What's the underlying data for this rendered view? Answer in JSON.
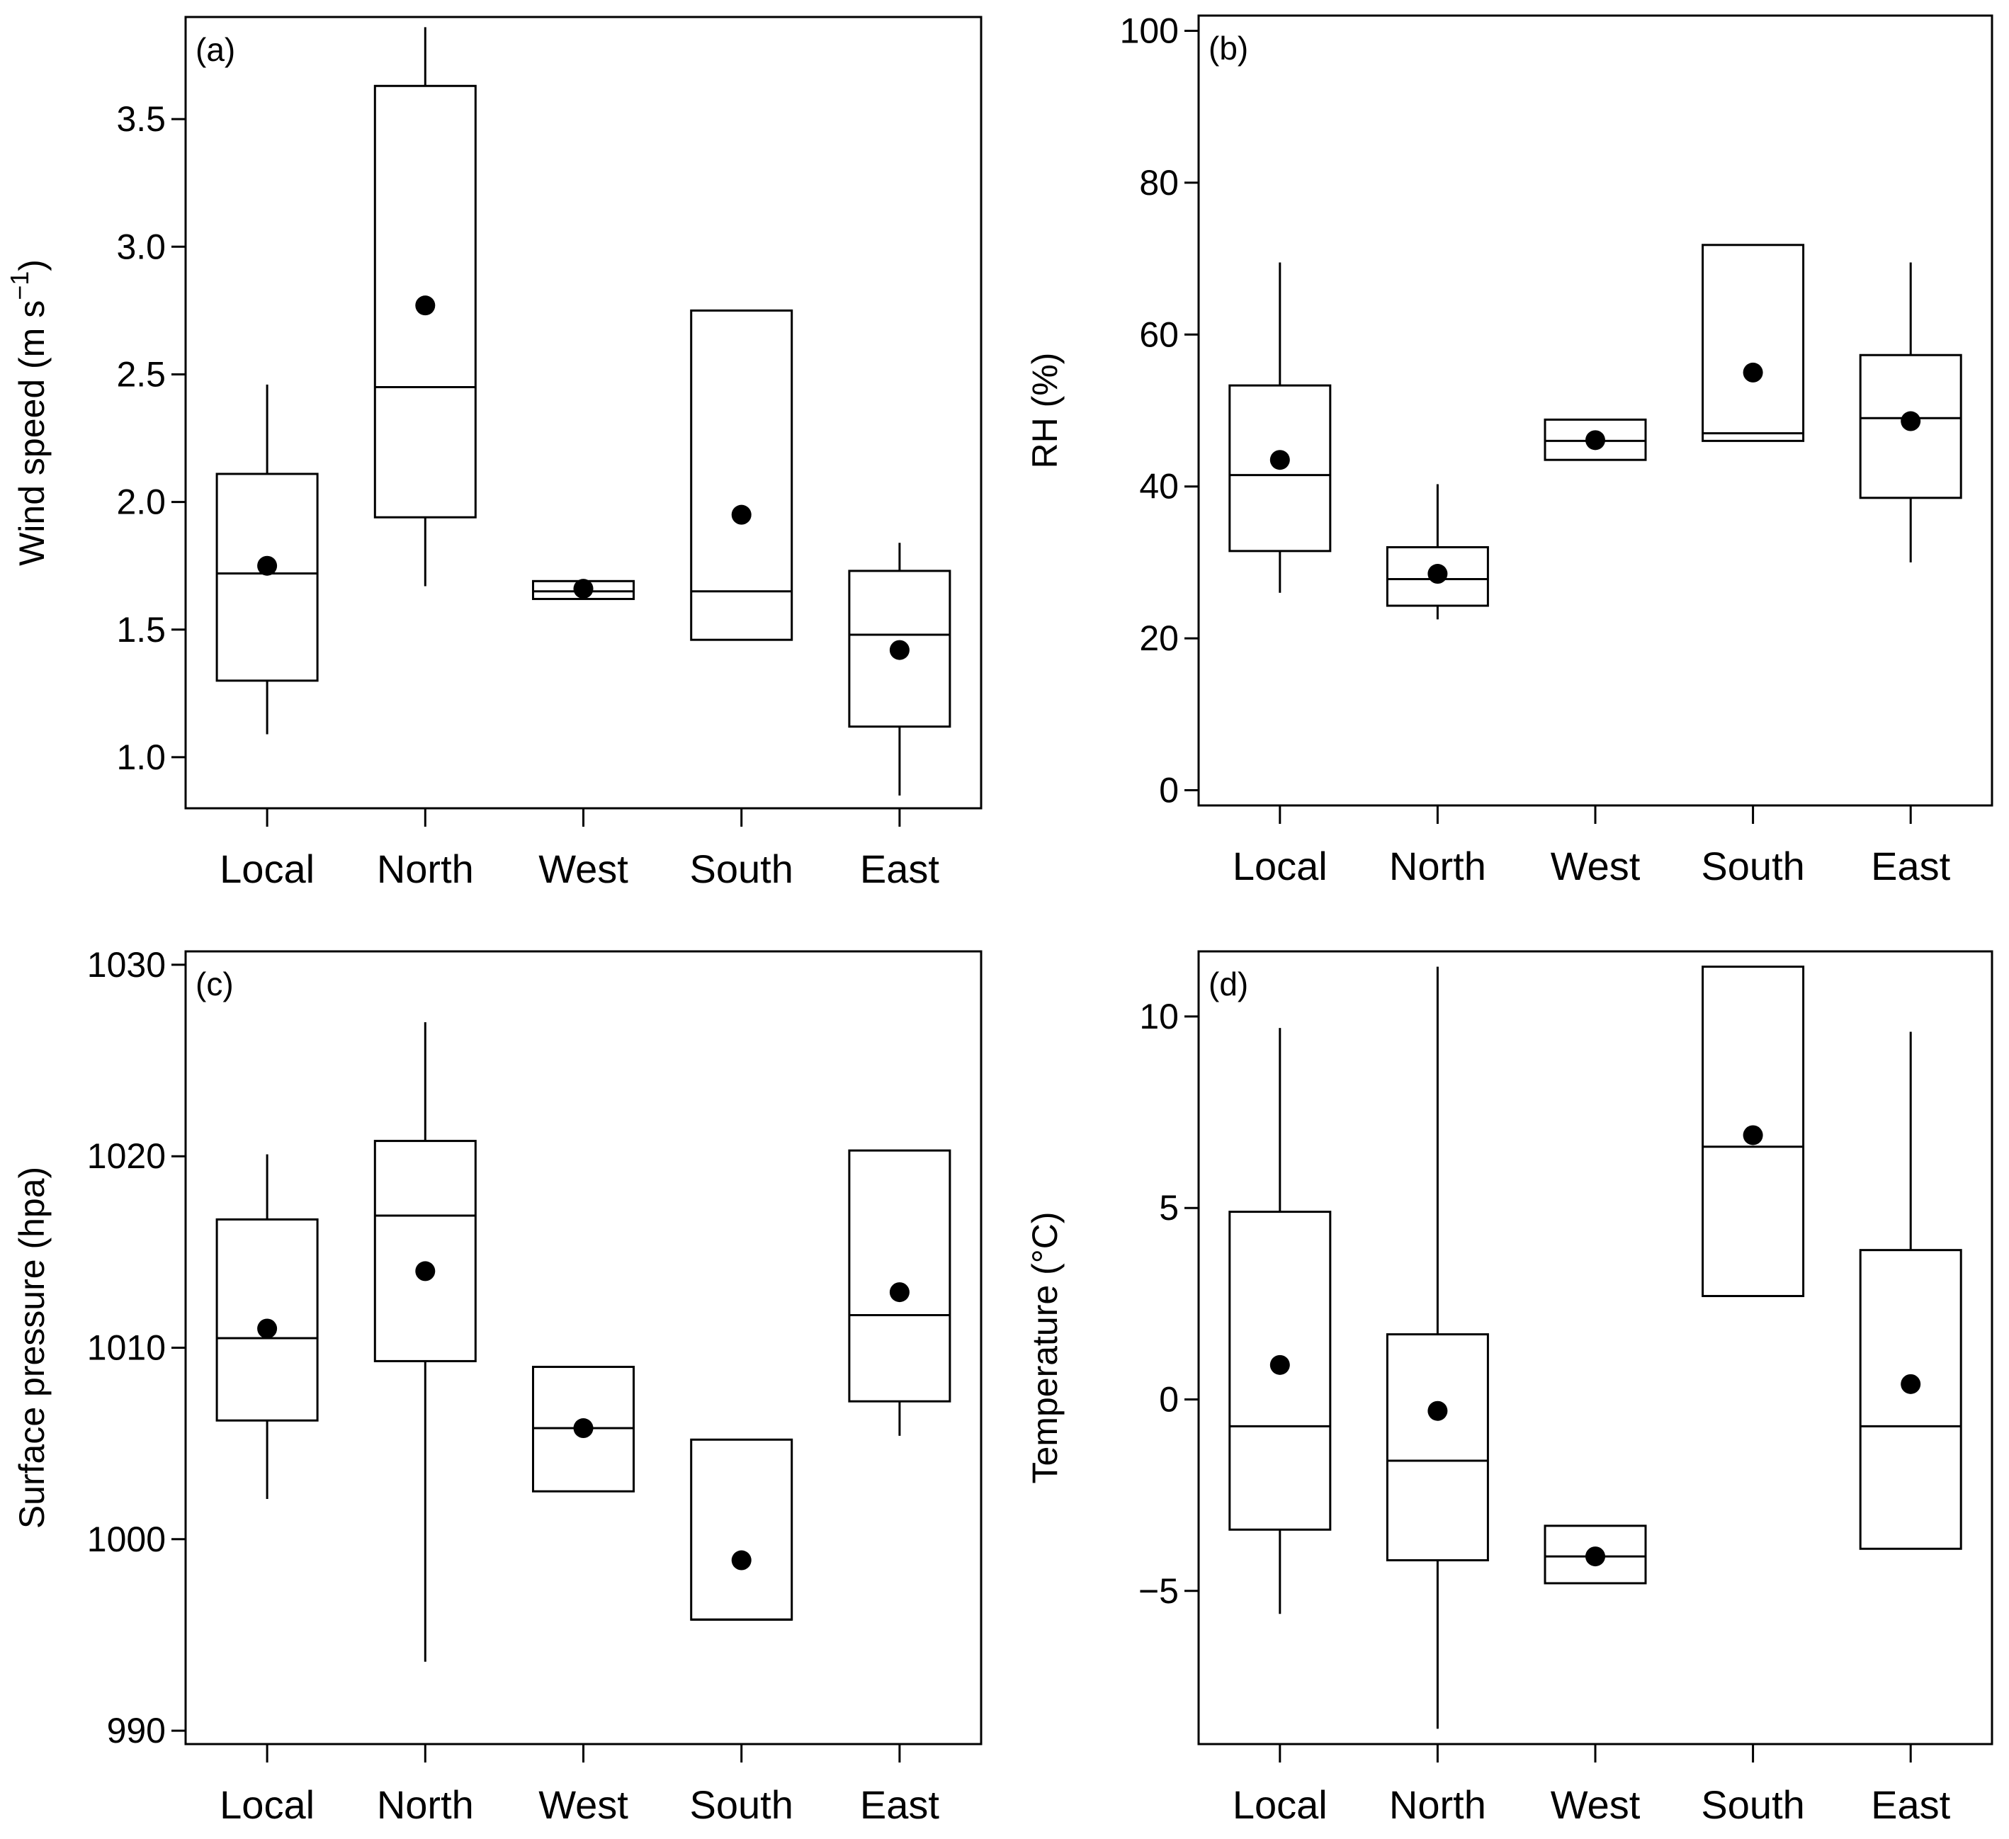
{
  "chart_data": [
    {
      "type": "box",
      "panel_label": "(a)",
      "categories": [
        "Local",
        "North",
        "West",
        "South",
        "East"
      ],
      "ylabel": "Wind speed (m s",
      "ylabel_sup": "−1",
      "ylabel_close": ")",
      "ylim": [
        0.8,
        3.9
      ],
      "yticks": [
        1.0,
        1.5,
        2.0,
        2.5,
        3.0,
        3.5
      ],
      "ytick_labels": [
        "1.0",
        "1.5",
        "2.0",
        "2.5",
        "3.0",
        "3.5"
      ],
      "boxes": [
        {
          "category": "Local",
          "whisker_low": 1.09,
          "q1": 1.3,
          "median": 1.72,
          "q3": 2.11,
          "whisker_high": 2.46,
          "mean": 1.75
        },
        {
          "category": "North",
          "whisker_low": 1.67,
          "q1": 1.94,
          "median": 2.45,
          "q3": 3.63,
          "whisker_high": 3.86,
          "mean": 2.77
        },
        {
          "category": "West",
          "whisker_low": 1.62,
          "q1": 1.62,
          "median": 1.65,
          "q3": 1.69,
          "whisker_high": 1.69,
          "mean": 1.66
        },
        {
          "category": "South",
          "whisker_low": 1.46,
          "q1": 1.46,
          "median": 1.65,
          "q3": 2.75,
          "whisker_high": 2.75,
          "mean": 1.95
        },
        {
          "category": "East",
          "whisker_low": 0.85,
          "q1": 1.12,
          "median": 1.48,
          "q3": 1.73,
          "whisker_high": 1.84,
          "mean": 1.42
        }
      ]
    },
    {
      "type": "box",
      "panel_label": "(b)",
      "categories": [
        "Local",
        "North",
        "West",
        "South",
        "East"
      ],
      "ylabel": "RH (%)",
      "ylabel_sup": "",
      "ylabel_close": "",
      "ylim": [
        -2,
        102
      ],
      "yticks": [
        0,
        20,
        40,
        60,
        80,
        100
      ],
      "ytick_labels": [
        "0",
        "20",
        "40",
        "60",
        "80",
        "100"
      ],
      "boxes": [
        {
          "category": "Local",
          "whisker_low": 26,
          "q1": 31.5,
          "median": 41.5,
          "q3": 53.3,
          "whisker_high": 69.5,
          "mean": 43.5
        },
        {
          "category": "North",
          "whisker_low": 22.5,
          "q1": 24.3,
          "median": 27.8,
          "q3": 32,
          "whisker_high": 40.3,
          "mean": 28.5
        },
        {
          "category": "West",
          "whisker_low": 43.5,
          "q1": 43.5,
          "median": 46,
          "q3": 48.8,
          "whisker_high": 48.8,
          "mean": 46.1
        },
        {
          "category": "South",
          "whisker_low": 46,
          "q1": 46,
          "median": 47,
          "q3": 71.8,
          "whisker_high": 71.8,
          "mean": 55
        },
        {
          "category": "East",
          "whisker_low": 30,
          "q1": 38.5,
          "median": 49,
          "q3": 57.3,
          "whisker_high": 69.5,
          "mean": 48.6
        }
      ]
    },
    {
      "type": "box",
      "panel_label": "(c)",
      "categories": [
        "Local",
        "North",
        "West",
        "South",
        "East"
      ],
      "ylabel": "Surface pressure (hpa)",
      "ylabel_sup": "",
      "ylabel_close": "",
      "ylim": [
        989.3,
        1030.7
      ],
      "yticks": [
        990,
        1000,
        1010,
        1020,
        1030
      ],
      "ytick_labels": [
        "990",
        "1000",
        "1010",
        "1020",
        "1030"
      ],
      "boxes": [
        {
          "category": "Local",
          "whisker_low": 1002.1,
          "q1": 1006.2,
          "median": 1010.5,
          "q3": 1016.7,
          "whisker_high": 1020.1,
          "mean": 1011
        },
        {
          "category": "North",
          "whisker_low": 993.6,
          "q1": 1009.3,
          "median": 1016.9,
          "q3": 1020.8,
          "whisker_high": 1027,
          "mean": 1014
        },
        {
          "category": "West",
          "whisker_low": 1002.5,
          "q1": 1002.5,
          "median": 1005.8,
          "q3": 1009,
          "whisker_high": 1009,
          "mean": 1005.8
        },
        {
          "category": "South",
          "whisker_low": 995.8,
          "q1": 995.8,
          "median": 995.8,
          "q3": 1005.2,
          "whisker_high": 1005.2,
          "mean": 998.9
        },
        {
          "category": "East",
          "whisker_low": 1005.4,
          "q1": 1007.2,
          "median": 1011.7,
          "q3": 1020.3,
          "whisker_high": 1020.3,
          "mean": 1012.9
        }
      ]
    },
    {
      "type": "box",
      "panel_label": "(d)",
      "categories": [
        "Local",
        "North",
        "West",
        "South",
        "East"
      ],
      "ylabel": "Temperature (°C)",
      "ylabel_sup": "",
      "ylabel_close": "",
      "ylim": [
        -9.0,
        11.7
      ],
      "yticks": [
        -5,
        0,
        5,
        10
      ],
      "ytick_labels": [
        "−5",
        "0",
        "5",
        "10"
      ],
      "boxes": [
        {
          "category": "Local",
          "whisker_low": -5.6,
          "q1": -3.4,
          "median": -0.7,
          "q3": 4.9,
          "whisker_high": 9.7,
          "mean": 0.9
        },
        {
          "category": "North",
          "whisker_low": -8.6,
          "q1": -4.2,
          "median": -1.6,
          "q3": 1.7,
          "whisker_high": 11.3,
          "mean": -0.3
        },
        {
          "category": "West",
          "whisker_low": -4.8,
          "q1": -4.8,
          "median": -4.1,
          "q3": -3.3,
          "whisker_high": -3.3,
          "mean": -4.1
        },
        {
          "category": "South",
          "whisker_low": 2.7,
          "q1": 2.7,
          "median": 6.6,
          "q3": 11.3,
          "whisker_high": 11.3,
          "mean": 6.9
        },
        {
          "category": "East",
          "whisker_low": -3.9,
          "q1": -3.9,
          "median": -0.7,
          "q3": 3.9,
          "whisker_high": 9.6,
          "mean": 0.4
        }
      ]
    }
  ]
}
